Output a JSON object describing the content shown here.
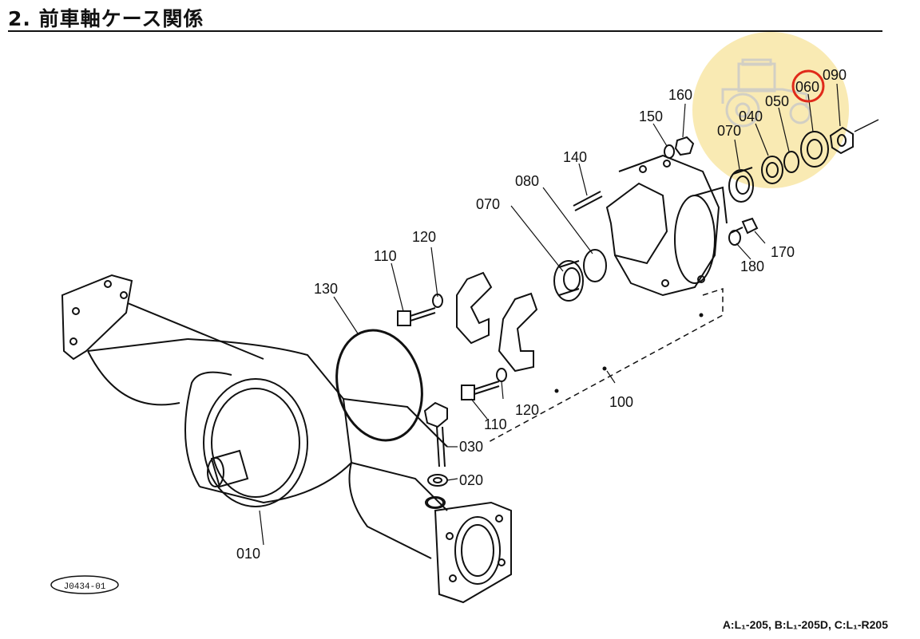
{
  "title": "2. 前車軸ケース関係",
  "diagram_code": "J0434-01",
  "footer": "A:L₁-205, B:L₁-205D, C:L₁-R205",
  "highlight_color": "#f7e39a",
  "circle_color": "#e02a1a",
  "labels": {
    "l010": "010",
    "l020": "020",
    "l030": "030",
    "l040": "040",
    "l050": "050",
    "l060": "060",
    "l070a": "070",
    "l070b": "070",
    "l080": "080",
    "l090": "090",
    "l100": "100",
    "l110a": "110",
    "l110b": "110",
    "l120a": "120",
    "l120b": "120",
    "l130": "130",
    "l140": "140",
    "l150": "150",
    "l160": "160",
    "l170": "170",
    "l180": "180"
  },
  "icons": [
    "tractor-watermark-icon"
  ]
}
